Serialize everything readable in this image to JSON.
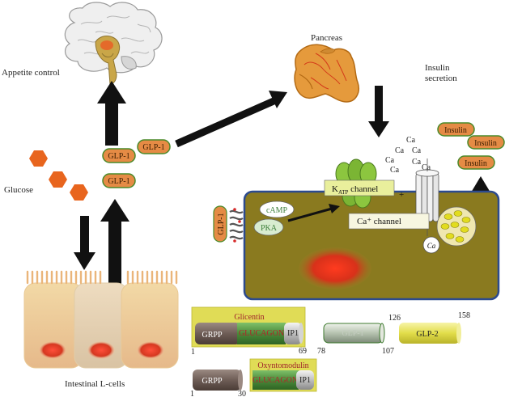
{
  "labels": {
    "appetite": "Appetite control",
    "pancreas": "Pancreas",
    "insulin_secretion_1": "Insulin",
    "insulin_secretion_2": "secretion",
    "glucose": "Glucose",
    "intestinal": "Intestinal L-cells"
  },
  "glp1": [
    "GLP-1",
    "GLP-1",
    "GLP-1"
  ],
  "receptor_label": "GLP-1",
  "insulin": [
    "Insulin",
    "Insulin",
    "Insulin"
  ],
  "cell": {
    "katp_main": "K",
    "katp_sub": "ATP",
    "katp_rest": " channel",
    "plus": "+",
    "camp": "cAMP",
    "pka": "PKA",
    "ca_channel": "Ca⁺ channel",
    "ca_ion": "Ca",
    "ca_floats": [
      "Ca",
      "Ca",
      "Ca",
      "Ca",
      "Ca",
      "Ca",
      "Ca"
    ]
  },
  "proglucagon": {
    "glicentin": "Glicentin",
    "grpp": "GRPP",
    "glucagon": "GLUCAGON",
    "ip1": "IP1",
    "glp1_faint": "GLP-1",
    "glp2": "GLP-2",
    "oxyntomodulin": "Oxyntomodulin",
    "grpp2": "GRPP",
    "glucagon2": "GLUCAGON",
    "ip1_2": "IP1",
    "numbers": [
      "1",
      "69",
      "78",
      "107",
      "126",
      "158",
      "1",
      "30"
    ]
  },
  "colors": {
    "arrow": "#111111",
    "cell_fill": "#8a7a1f",
    "cell_border": "#2c4a8e",
    "pill_fill": "#e58b45",
    "pill_border": "#4a8a2a",
    "glucose_hex": "#e8651e",
    "glicentin_box": "#e0dc56",
    "grpp": "#6e5d56",
    "glucagon": "#4b8a3a",
    "ip1": "#bdbdbd",
    "glp2": "#e6e25a"
  }
}
